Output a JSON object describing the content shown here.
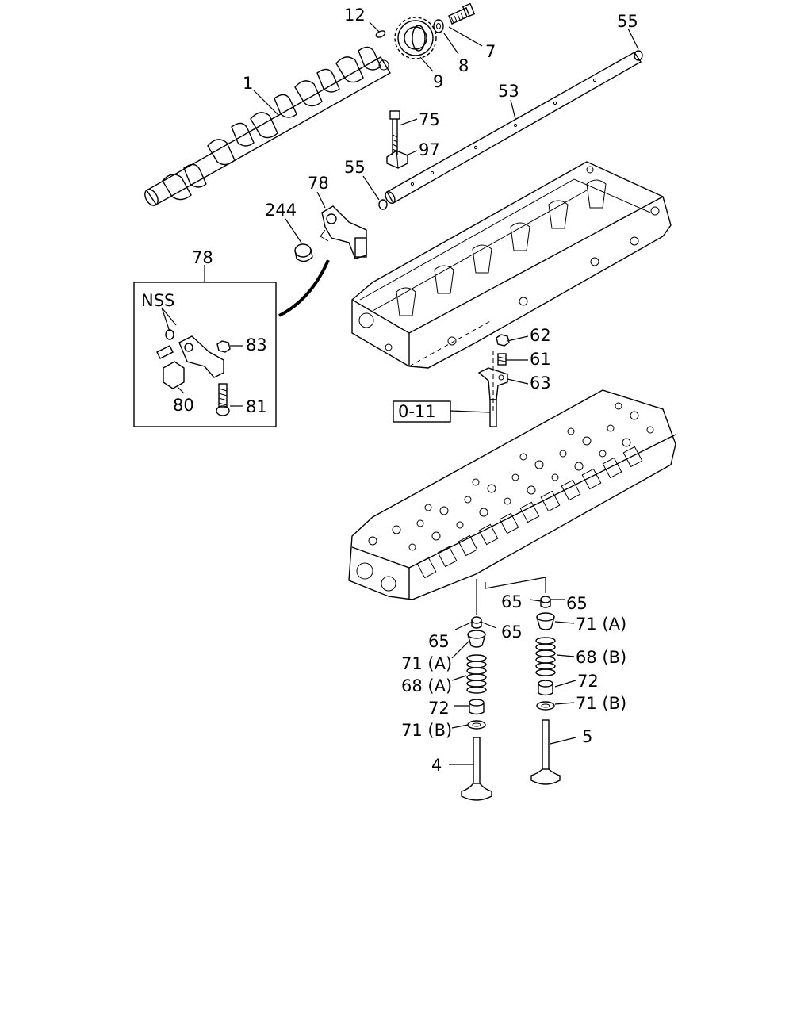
{
  "callouts": {
    "c12": "12",
    "c7": "7",
    "c8": "8",
    "c9": "9",
    "c55_top": "55",
    "c1": "1",
    "c53": "53",
    "c75": "75",
    "c97": "97",
    "c55_mid": "55",
    "c78_top": "78",
    "c244": "244",
    "c78_box": "78",
    "nss": "NSS",
    "c83": "83",
    "c80": "80",
    "c81": "81",
    "c62": "62",
    "c61": "61",
    "c63": "63",
    "ref_box": "0-11",
    "c65_r1": "65",
    "c65_r2": "65",
    "c71a_r": "71 (A)",
    "c68b_r": "68 (B)",
    "c72_r": "72",
    "c71b_r": "71 (B)",
    "c5": "5",
    "c65_l1": "65",
    "c65_l2": "65",
    "c71a_l": "71 (A)",
    "c68a_l": "68 (A)",
    "c72_l": "72",
    "c71b_l": "71 (B)",
    "c4": "4"
  }
}
